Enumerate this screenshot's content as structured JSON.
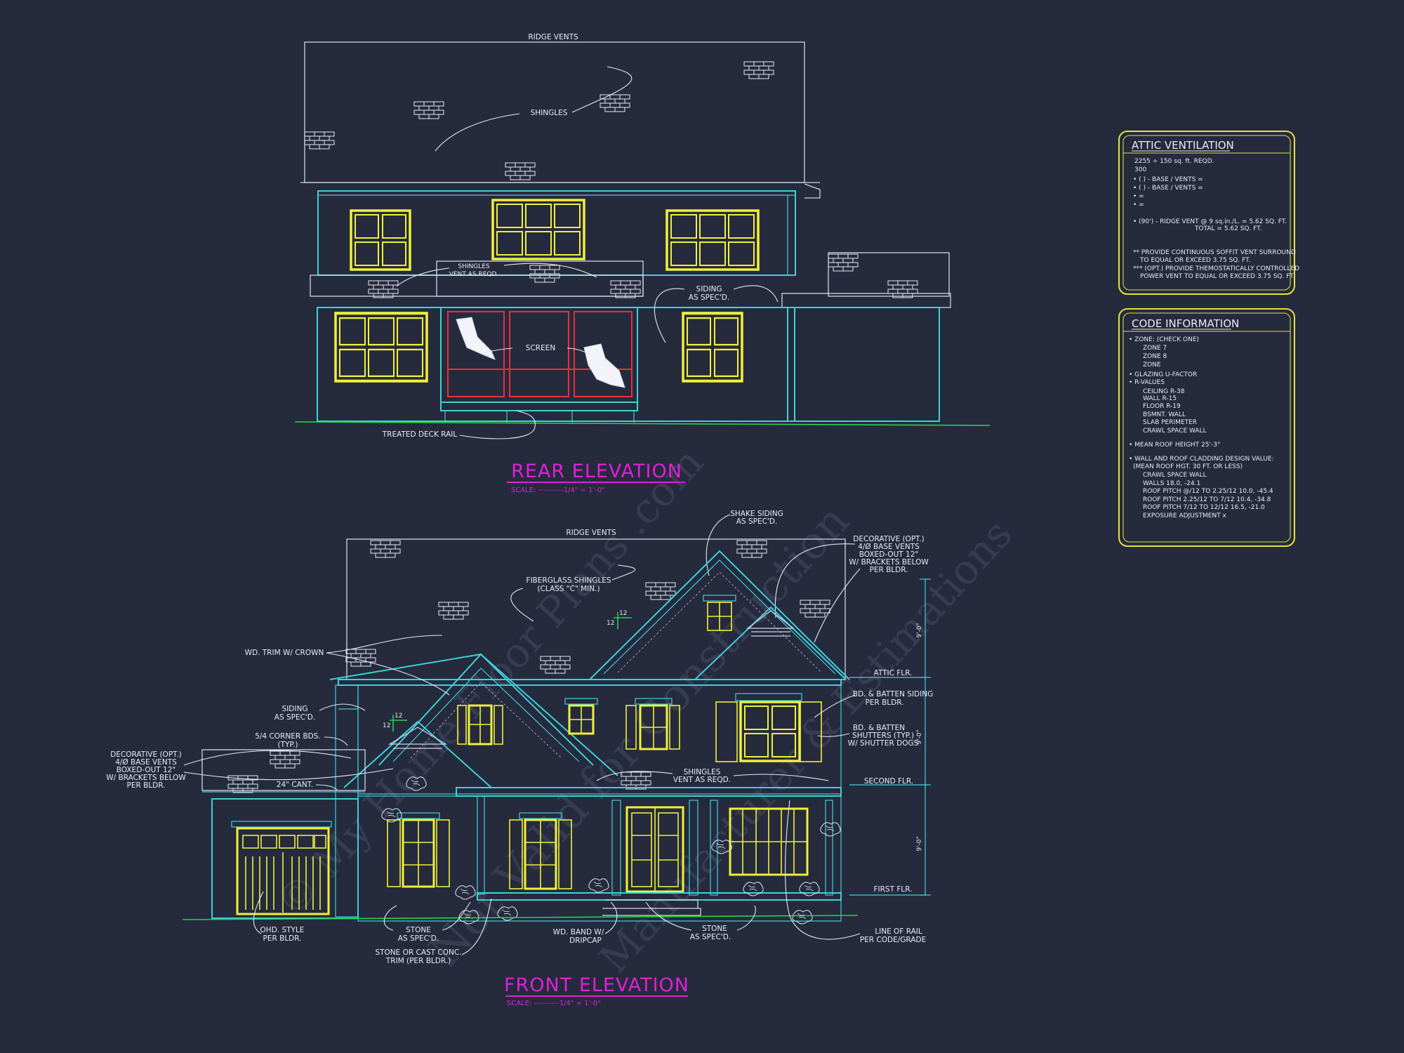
{
  "rear_elevation": {
    "title": "REAR ELEVATION",
    "scale": "SCALE: ----------1/4\" = 1'-0\"",
    "labels": {
      "ridge_vents": "RIDGE VENTS",
      "shingles": "SHINGLES",
      "shingles_vent_1": "SHINGLES",
      "shingles_vent_2": "VENT AS REQD.",
      "siding_1": "SIDING",
      "siding_2": "AS SPEC'D.",
      "screen": "SCREEN",
      "treated_deck_rail": "TREATED DECK RAIL"
    }
  },
  "front_elevation": {
    "title": "FRONT ELEVATION",
    "scale": "SCALE: ----------1/4\" = 1'-0\"",
    "labels": {
      "ridge_vents": "RIDGE VENTS",
      "shake_siding_1": "SHAKE SIDING",
      "shake_siding_2": "AS SPEC'D.",
      "fiberglass_1": "FIBERGLASS SHINGLES",
      "fiberglass_2": "(CLASS \"C\" MIN.)",
      "decorative_r_1": "DECORATIVE (OPT.)",
      "decorative_r_2": "4/Ø BASE VENTS",
      "decorative_r_3": "BOXED-OUT 12\"",
      "decorative_r_4": "W/ BRACKETS BELOW",
      "decorative_r_5": "PER BLDR.",
      "wd_trim": "WD. TRIM W/ CROWN",
      "siding_1": "SIDING",
      "siding_2": "AS SPEC'D.",
      "corner_bds_1": "5/4 CORNER BDS.",
      "corner_bds_2": "(TYP.)",
      "decorative_l_1": "DECORATIVE (OPT.)",
      "decorative_l_2": "4/Ø BASE VENTS",
      "decorative_l_3": "BOXED-OUT 12\"",
      "decorative_l_4": "W/ BRACKETS BELOW",
      "decorative_l_5": "PER BLDR.",
      "cant": "24\" CANT.",
      "attic_flr": "ATTIC FLR.",
      "bd_batten_1": "BD. & BATTEN SIDING",
      "bd_batten_2": "PER BLDR.",
      "shutters_1": "BD. & BATTEN",
      "shutters_2": "SHUTTERS (TYP.)",
      "shutters_3": "W/ SHUTTER DOGS",
      "shingles_vent_1": "SHINGLES",
      "shingles_vent_2": "VENT AS REQD.",
      "second_flr": "SECOND FLR.",
      "first_flr": "FIRST FLR.",
      "ohd_1": "OHD. STYLE",
      "ohd_2": "PER BLDR.",
      "stone_1": "STONE",
      "stone_2": "AS SPEC'D.",
      "stone_cast_1": "STONE OR CAST CONC.",
      "stone_cast_2": "TRIM (PER BLDR.)",
      "wd_band_1": "WD. BAND W/",
      "wd_band_2": "DRIPCAP",
      "stone_r_1": "STONE",
      "stone_r_2": "AS SPEC'D.",
      "rail_1": "LINE OF RAIL",
      "rail_2": "PER CODE/GRADE",
      "dim_1": "9'-0\"",
      "dim_2": "9'-0\"",
      "dim_3": "9'-0\"",
      "pitch_a": "12",
      "pitch_b": "12",
      "pitch_c": "12",
      "pitch_d": "12"
    }
  },
  "attic_ventilation": {
    "title": "ATTIC VENTILATION",
    "lines": [
      "2255 ÷ 150 sq. ft. REQD.",
      "300",
      "• (  ) -        BASE    /    VENTS    =",
      "• (  ) -        BASE    /    VENTS    =",
      "•                                              =",
      "•                                              =",
      "• (90') - RIDGE VENT @ 9 sq.in./L. = 5.62 SQ. FT.",
      "TOTAL         = 5.62 SQ. FT.",
      "** PROVIDE CONTINUOUS SOFFIT VENT SURROUND",
      "TO EQUAL OR EXCEED  3.75 SQ. FT.",
      "*** (OPT.) PROVIDE THEMOSTATICALLY CONTROLLED",
      "POWER VENT TO EQUAL OR EXCEED  3.75 SQ. FT."
    ]
  },
  "code_information": {
    "title": "CODE INFORMATION",
    "lines": [
      "• ZONE: (CHECK ONE)",
      "ZONE 7",
      "ZONE 8",
      "ZONE",
      "• GLAZING U-FACTOR",
      "• R-VALUES",
      "CEILING            R-38",
      "WALL                R-15",
      "FLOOR              R-19",
      "BSMNT. WALL",
      "SLAB PERIMETER",
      "CRAWL SPACE WALL",
      "• MEAN ROOF HEIGHT  25'-3\"",
      "• WALL AND ROOF CLADDING DESIGN VALUE:",
      "(MEAN ROOF HGT. 30 FT. OR LESS)",
      "CRAWL SPACE WALL",
      "WALLS                              18.0, -24.1",
      "ROOF PITCH @/12 TO 2.25/12    10.0, -45.4",
      "ROOF PITCH 2.25/12 TO 7/12    10.4, -34.8",
      "ROOF PITCH 7/12 TO 12/12      16.5, -21.0",
      "EXPOSURE ADJUSTMENT         x"
    ]
  },
  "watermark": {
    "line1": "© My Home Floor Plans .com",
    "line2": "Not Valid for Construction",
    "line3": "Manufacturer & Estimations"
  }
}
